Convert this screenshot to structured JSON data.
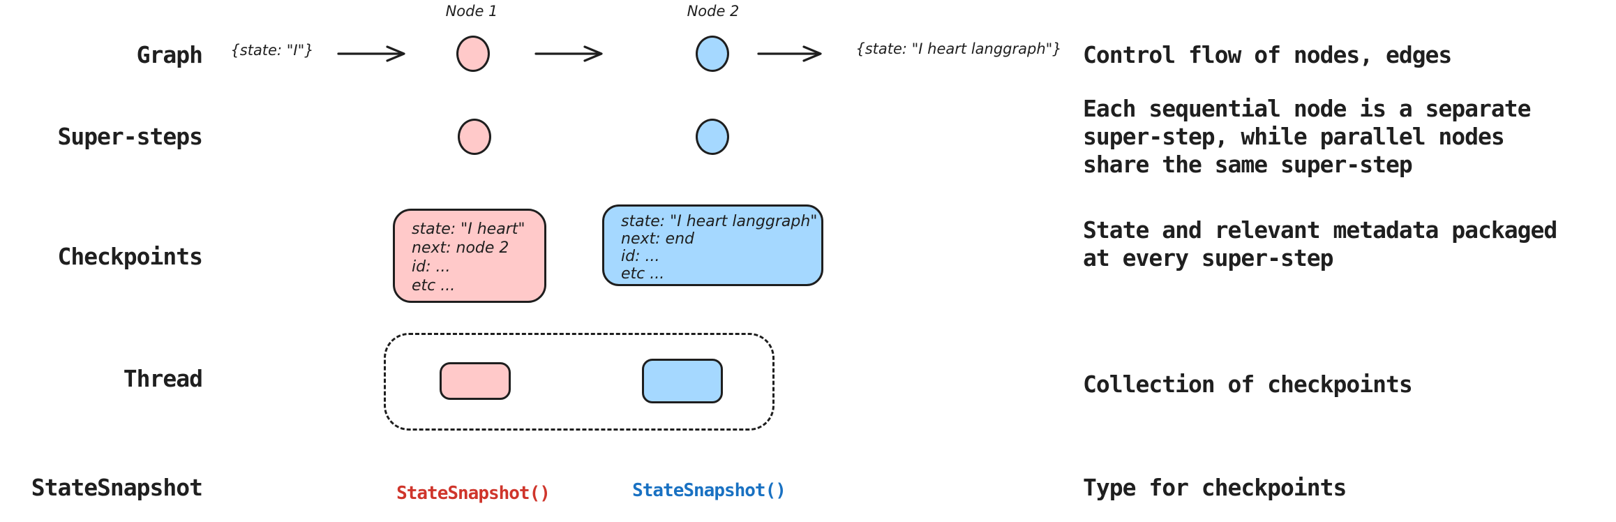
{
  "colors": {
    "background": "#ffffff",
    "ink": "#1f1f1f",
    "stroke": "#1e1e1e",
    "pink_fill": "#ffc9c9",
    "blue_fill": "#a5d8ff",
    "red_code": "#cf352b",
    "blue_code": "#1971c2"
  },
  "rows": [
    {
      "label": "Graph",
      "description": "Control flow of nodes, edges"
    },
    {
      "label": "Super-steps",
      "description": "Each sequential node is a separate\nsuper-step, while parallel nodes\nshare the same super-step"
    },
    {
      "label": "Checkpoints",
      "description": "State and relevant metadata packaged\nat every super-step"
    },
    {
      "label": "Thread",
      "description": "Collection of checkpoints"
    },
    {
      "label": "StateSnapshot",
      "description": "Type for checkpoints"
    }
  ],
  "graph": {
    "input_state": "{state: \"I\"}",
    "node1_label": "Node 1",
    "node2_label": "Node 2",
    "output_state": "{state: \"I heart langgraph\"}"
  },
  "checkpoints": {
    "node1_box": {
      "lines": [
        "state: \"I heart\"",
        "next: node 2",
        "id: ...",
        "etc ..."
      ]
    },
    "node2_box": {
      "lines": [
        "state: \"I heart langgraph\"",
        "next: end",
        "id: ...",
        "etc ..."
      ]
    }
  },
  "statesnapshot": {
    "node1_code": "StateSnapshot()",
    "node2_code": "StateSnapshot()"
  }
}
